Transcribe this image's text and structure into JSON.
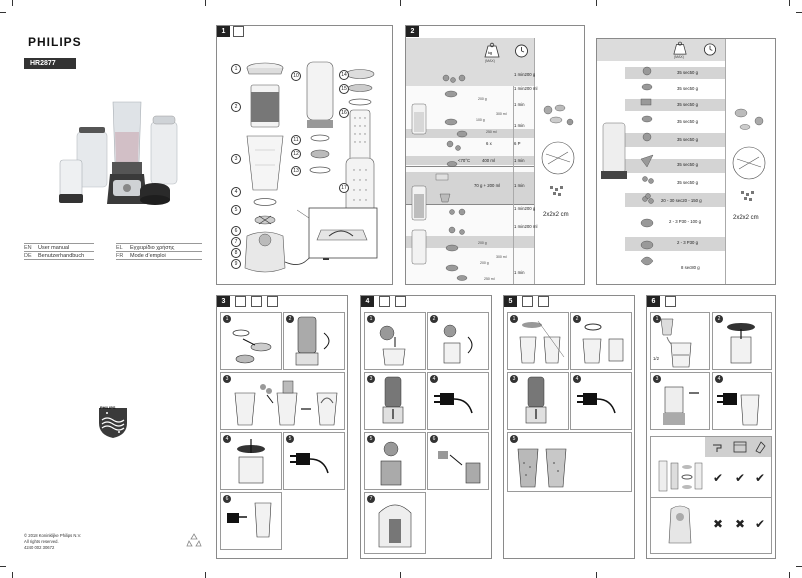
{
  "cover": {
    "brand": "PHILIPS",
    "model": "HR2877",
    "languages": [
      {
        "code": "EN",
        "name": "User manual"
      },
      {
        "code": "DE",
        "name": "Benutzerhandbuch"
      },
      {
        "code": "EL",
        "name": "Εγχειρίδιο χρήσης"
      },
      {
        "code": "FR",
        "name": "Mode d’emploi"
      }
    ],
    "copyright": [
      "© 2018 Koninklijke Philips N.V.",
      "All rights reserved.",
      "4240 002 30672"
    ],
    "shield_text": "PHILIPS"
  },
  "sections": {
    "s1": "1",
    "s2": "2",
    "s3": "3",
    "s4": "4",
    "s5": "5",
    "s6": "6"
  },
  "parts": [
    "1",
    "2",
    "3",
    "4",
    "5",
    "6",
    "7",
    "8",
    "9",
    "10",
    "11",
    "12",
    "13",
    "14",
    "15",
    "16",
    "17"
  ],
  "table_head": {
    "max": "(MAX)",
    "kg": "kg"
  },
  "table2": {
    "rows": [
      {
        "time": "1 min",
        "amount": "200 g"
      },
      {
        "time": "1 min",
        "amount": "200 ml"
      },
      {
        "time": "1 min",
        "amount": ""
      },
      {
        "time": "1 min",
        "amount": ""
      },
      {
        "time": "",
        "amount": "6 P"
      },
      {
        "time": "1 min",
        "amount": "400 ml"
      },
      {
        "time": "1 min",
        "amount": "70 g + 200 ml"
      },
      {
        "time": "1 min",
        "amount": "200 g"
      },
      {
        "time": "1 min",
        "amount": "200 ml"
      },
      {
        "time": "1 min",
        "amount": ""
      }
    ],
    "inline": {
      "g200a": "200 g",
      "ml300a": "300 ml",
      "g100": "100 g",
      "ml250a": "250 ml",
      "p6": "6 x",
      "temp": "<70°C",
      "g200b": "200 g",
      "ml300b": "300 ml",
      "g200c": "200 g",
      "ml250b": "250 ml"
    },
    "dimension": "2x2x2 cm"
  },
  "table3": {
    "rows": [
      {
        "time": "35 sec",
        "amount": "50 g"
      },
      {
        "time": "35 sec",
        "amount": "50 g"
      },
      {
        "time": "35 sec",
        "amount": "50 g"
      },
      {
        "time": "35 sec",
        "amount": "50 g"
      },
      {
        "time": "35 sec",
        "amount": "50 g"
      },
      {
        "time": "35 sec",
        "amount": "50 g"
      },
      {
        "time": "35 sec",
        "amount": "50 g"
      },
      {
        "time": "20 - 30 sec",
        "amount": "20 - 150 g"
      },
      {
        "time": "2 - 3 P",
        "amount": "30 - 100 g"
      },
      {
        "time": "2 - 3 P",
        "amount": "30 g"
      },
      {
        "time": "8 sec",
        "amount": "80 g"
      }
    ],
    "dimension": "2x2x2 cm"
  },
  "section6": {
    "half_label": "1/2",
    "checks_row1": [
      "✔",
      "✔",
      "✔"
    ],
    "checks_row2": [
      "✖",
      "✖",
      "✔"
    ]
  },
  "step_numbers": [
    "1",
    "2",
    "3",
    "4",
    "5",
    "6",
    "7"
  ]
}
